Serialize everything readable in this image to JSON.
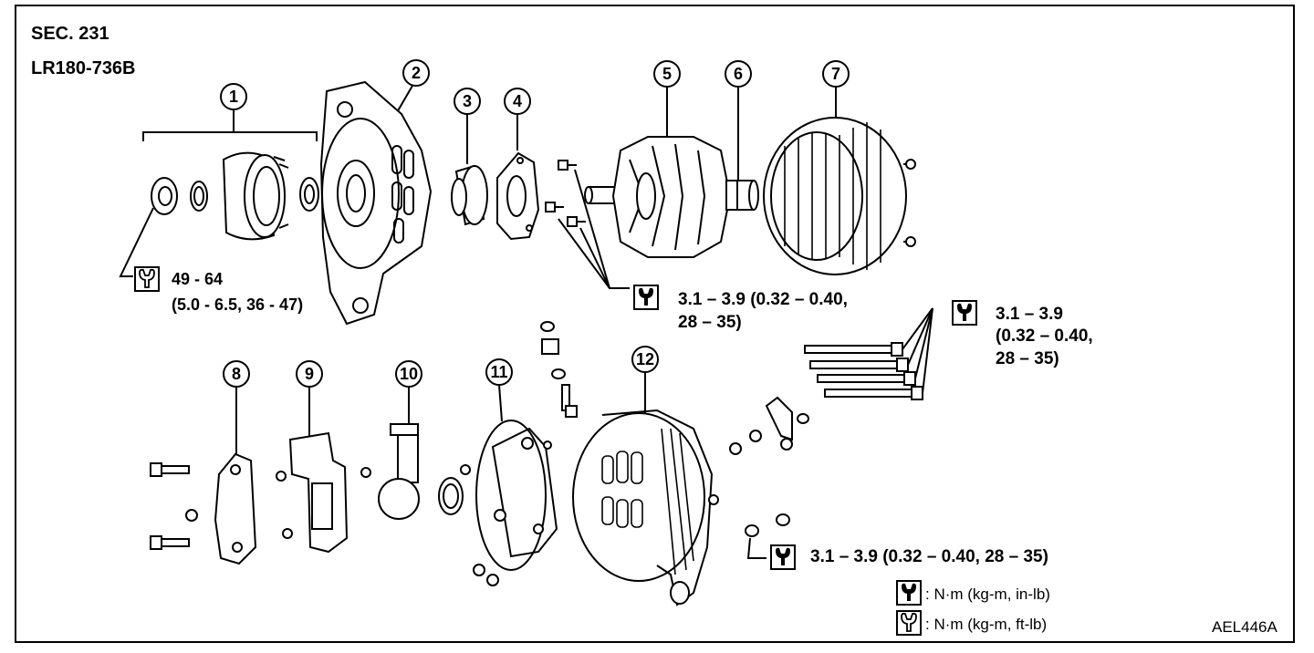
{
  "header": {
    "section": "SEC. 231",
    "model": "LR180-736B"
  },
  "callouts": [
    "1",
    "2",
    "3",
    "4",
    "5",
    "6",
    "7",
    "8",
    "9",
    "10",
    "11",
    "12"
  ],
  "torque_specs": {
    "pulley_nut": {
      "line1": "49 - 64",
      "line2": "(5.0 - 6.5, 36 - 47)",
      "icon": "open-wrench-icon"
    },
    "front_bolts": {
      "line1": "3.1 – 3.9 (0.32 – 0.40,",
      "line2": "28 – 35)",
      "icon": "filled-wrench-icon"
    },
    "through_bolts": {
      "line1": "3.1 – 3.9",
      "line2": "(0.32 – 0.40,",
      "line3": "28 – 35)",
      "icon": "filled-wrench-icon"
    },
    "rear_nut": {
      "line1": "3.1 – 3.9 (0.32 – 0.40, 28 – 35)",
      "icon": "filled-wrench-icon"
    }
  },
  "legend": [
    {
      "icon": "filled-wrench-icon",
      "text": ": N·m (kg-m, in-lb)"
    },
    {
      "icon": "open-wrench-icon",
      "text": ": N·m (kg-m, ft-lb)"
    }
  ],
  "figure_code": "AEL446A"
}
